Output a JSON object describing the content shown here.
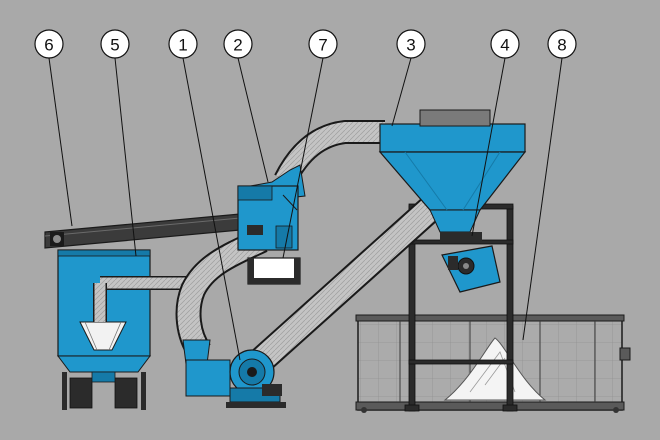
{
  "colors": {
    "background": "#a9a9a9",
    "machine_blue": "#1f97cc",
    "machine_blue_dark": "#157aa8",
    "duct_grey": "#c3c3c3",
    "conveyor_dark": "#3b3b3b",
    "frame_dark": "#2b2b2b",
    "outline": "#1a1a1a",
    "material_white": "#f4f4f4"
  },
  "callouts": [
    {
      "id": "6",
      "label": "6"
    },
    {
      "id": "5",
      "label": "5"
    },
    {
      "id": "1",
      "label": "1"
    },
    {
      "id": "2",
      "label": "2"
    },
    {
      "id": "7",
      "label": "7"
    },
    {
      "id": "3",
      "label": "3"
    },
    {
      "id": "4",
      "label": "4"
    },
    {
      "id": "8",
      "label": "8"
    }
  ]
}
